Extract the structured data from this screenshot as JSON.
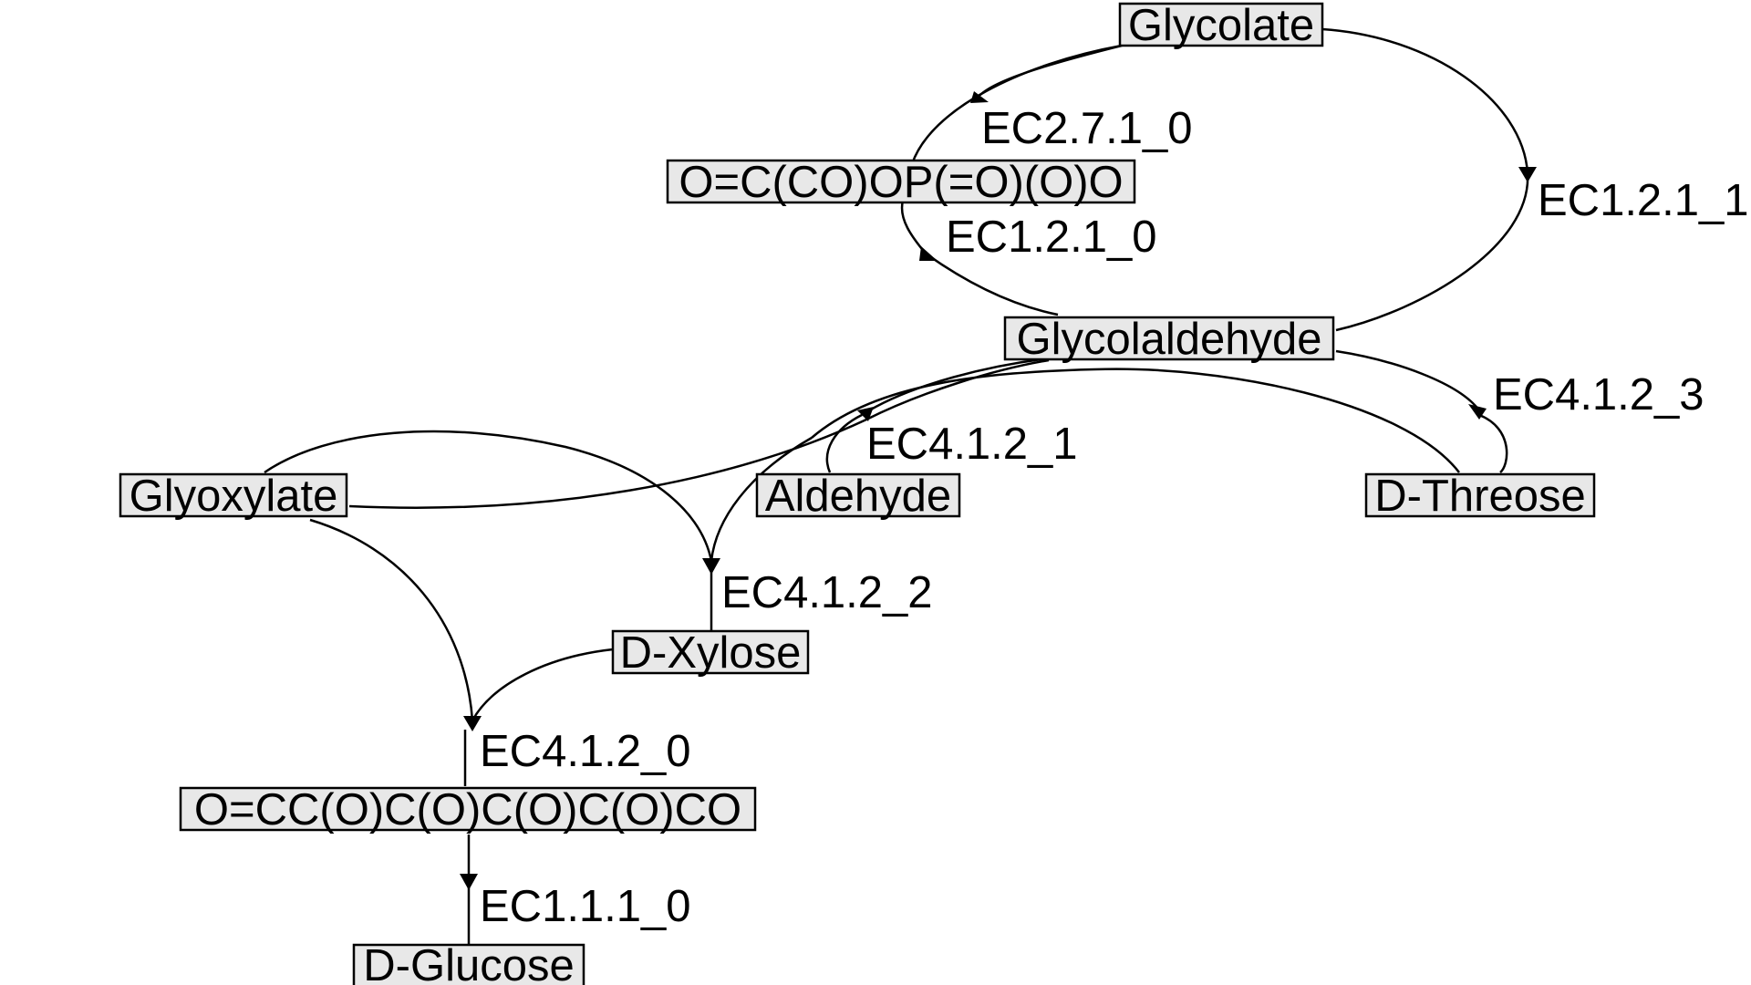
{
  "diagram": {
    "nodes": {
      "glycolate": "Glycolate",
      "glycolate_phosphate": "O=C(CO)OP(=O)(O)O",
      "glycolaldehyde": "Glycolaldehyde",
      "glyoxylate": "Glyoxylate",
      "aldehyde": "Aldehyde",
      "d_threose": "D-Threose",
      "d_xylose": "D-Xylose",
      "hexose_intermediate": "O=CC(O)C(O)C(O)C(O)CO",
      "d_glucose": "D-Glucose"
    },
    "edges": {
      "ec2_7_1_0": "EC2.7.1_0",
      "ec1_2_1_0": "EC1.2.1_0",
      "ec1_2_1_1": "EC1.2.1_1",
      "ec4_1_2_3": "EC4.1.2_3",
      "ec4_1_2_1": "EC4.1.2_1",
      "ec4_1_2_2": "EC4.1.2_2",
      "ec4_1_2_0": "EC4.1.2_0",
      "ec1_1_1_0": "EC1.1.1_0"
    }
  }
}
